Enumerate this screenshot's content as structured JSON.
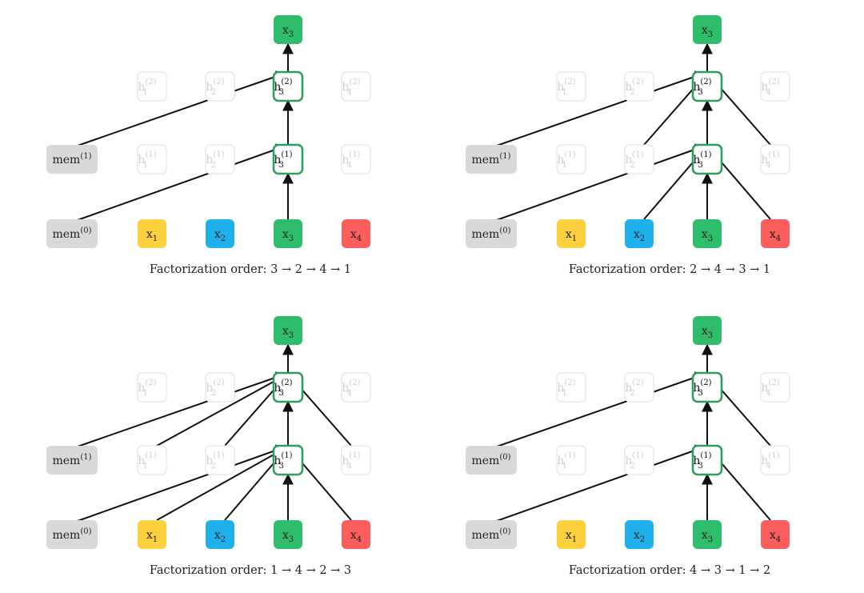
{
  "colors": {
    "x1": "#fdd13e",
    "x2": "#1fb1ec",
    "x3": "#2fbd6b",
    "x4": "#fc5d5d",
    "mem": "#d9d9d9",
    "highlight_border": "#2f9e5c",
    "faded_border": "#e3e3e3",
    "faded_text": "#cfcfcf",
    "arrow": "#111111"
  },
  "panels": [
    {
      "caption": "Factorization order: 3 → 2 → 4 → 1",
      "mem_lower": "(0)",
      "mem_upper": "(1)",
      "layer1_inputs": [
        "mem"
      ],
      "layer2_inputs": [
        "mem"
      ]
    },
    {
      "caption": "Factorization order: 2 → 4 → 3 → 1",
      "mem_lower": "(0)",
      "mem_upper": "(1)",
      "layer1_inputs": [
        "mem",
        "x2",
        "x4"
      ],
      "layer2_inputs": [
        "mem",
        "h2",
        "h4"
      ]
    },
    {
      "caption": "Factorization order: 1 → 4 → 2 → 3",
      "mem_lower": "(0)",
      "mem_upper": "(1)",
      "layer1_inputs": [
        "mem",
        "x1",
        "x2",
        "x4"
      ],
      "layer2_inputs": [
        "mem",
        "h1",
        "h2",
        "h4"
      ]
    },
    {
      "caption": "Factorization order: 4 → 3 → 1 → 2",
      "mem_lower": "(0)",
      "mem_upper": "(0)",
      "layer1_inputs": [
        "mem",
        "x4"
      ],
      "layer2_inputs": [
        "mem",
        "h4"
      ]
    }
  ]
}
